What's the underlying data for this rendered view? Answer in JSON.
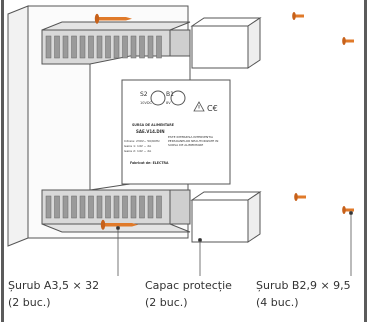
{
  "device": {
    "terminal_s2": "S2",
    "terminal_s2_sub": "10VDC",
    "terminal_b1": "B1",
    "terminal_b1_sub": "8V",
    "product_name": "SURSA DE ALIMENTARE",
    "product_code": "SAE.V14.DIN",
    "spec_input": "Intrare: 230V~ 50/60Hz",
    "spec_out1": "Iesire 1: 14V ~ 2A",
    "spec_out2": "Iesire 2: 14V ~ 2A",
    "manufacturer": "Fabricat de: ELECTRA",
    "warning_text": "ESTE INTERZISA INTERVENTIA PERSOANELOR NEAUTORIZATE IN SURSA DE ALIMENTARE"
  },
  "labels": {
    "screw_a_title": "Șurub A3,5 × 32",
    "screw_a_qty": "(2 buc.)",
    "cover_title": "Capac protecție",
    "cover_qty": "(2 buc.)",
    "screw_b_title": "Șurub B2,9 × 9,5",
    "screw_b_qty": "(4 buc.)"
  },
  "colors": {
    "screw": "#e07a2a",
    "outline": "#555555",
    "terminal_fill": "#c8c8c8",
    "frame": "#5b5b5b"
  },
  "icons": [
    "warning-triangle-icon",
    "ce-mark-icon",
    "screw-icon"
  ]
}
